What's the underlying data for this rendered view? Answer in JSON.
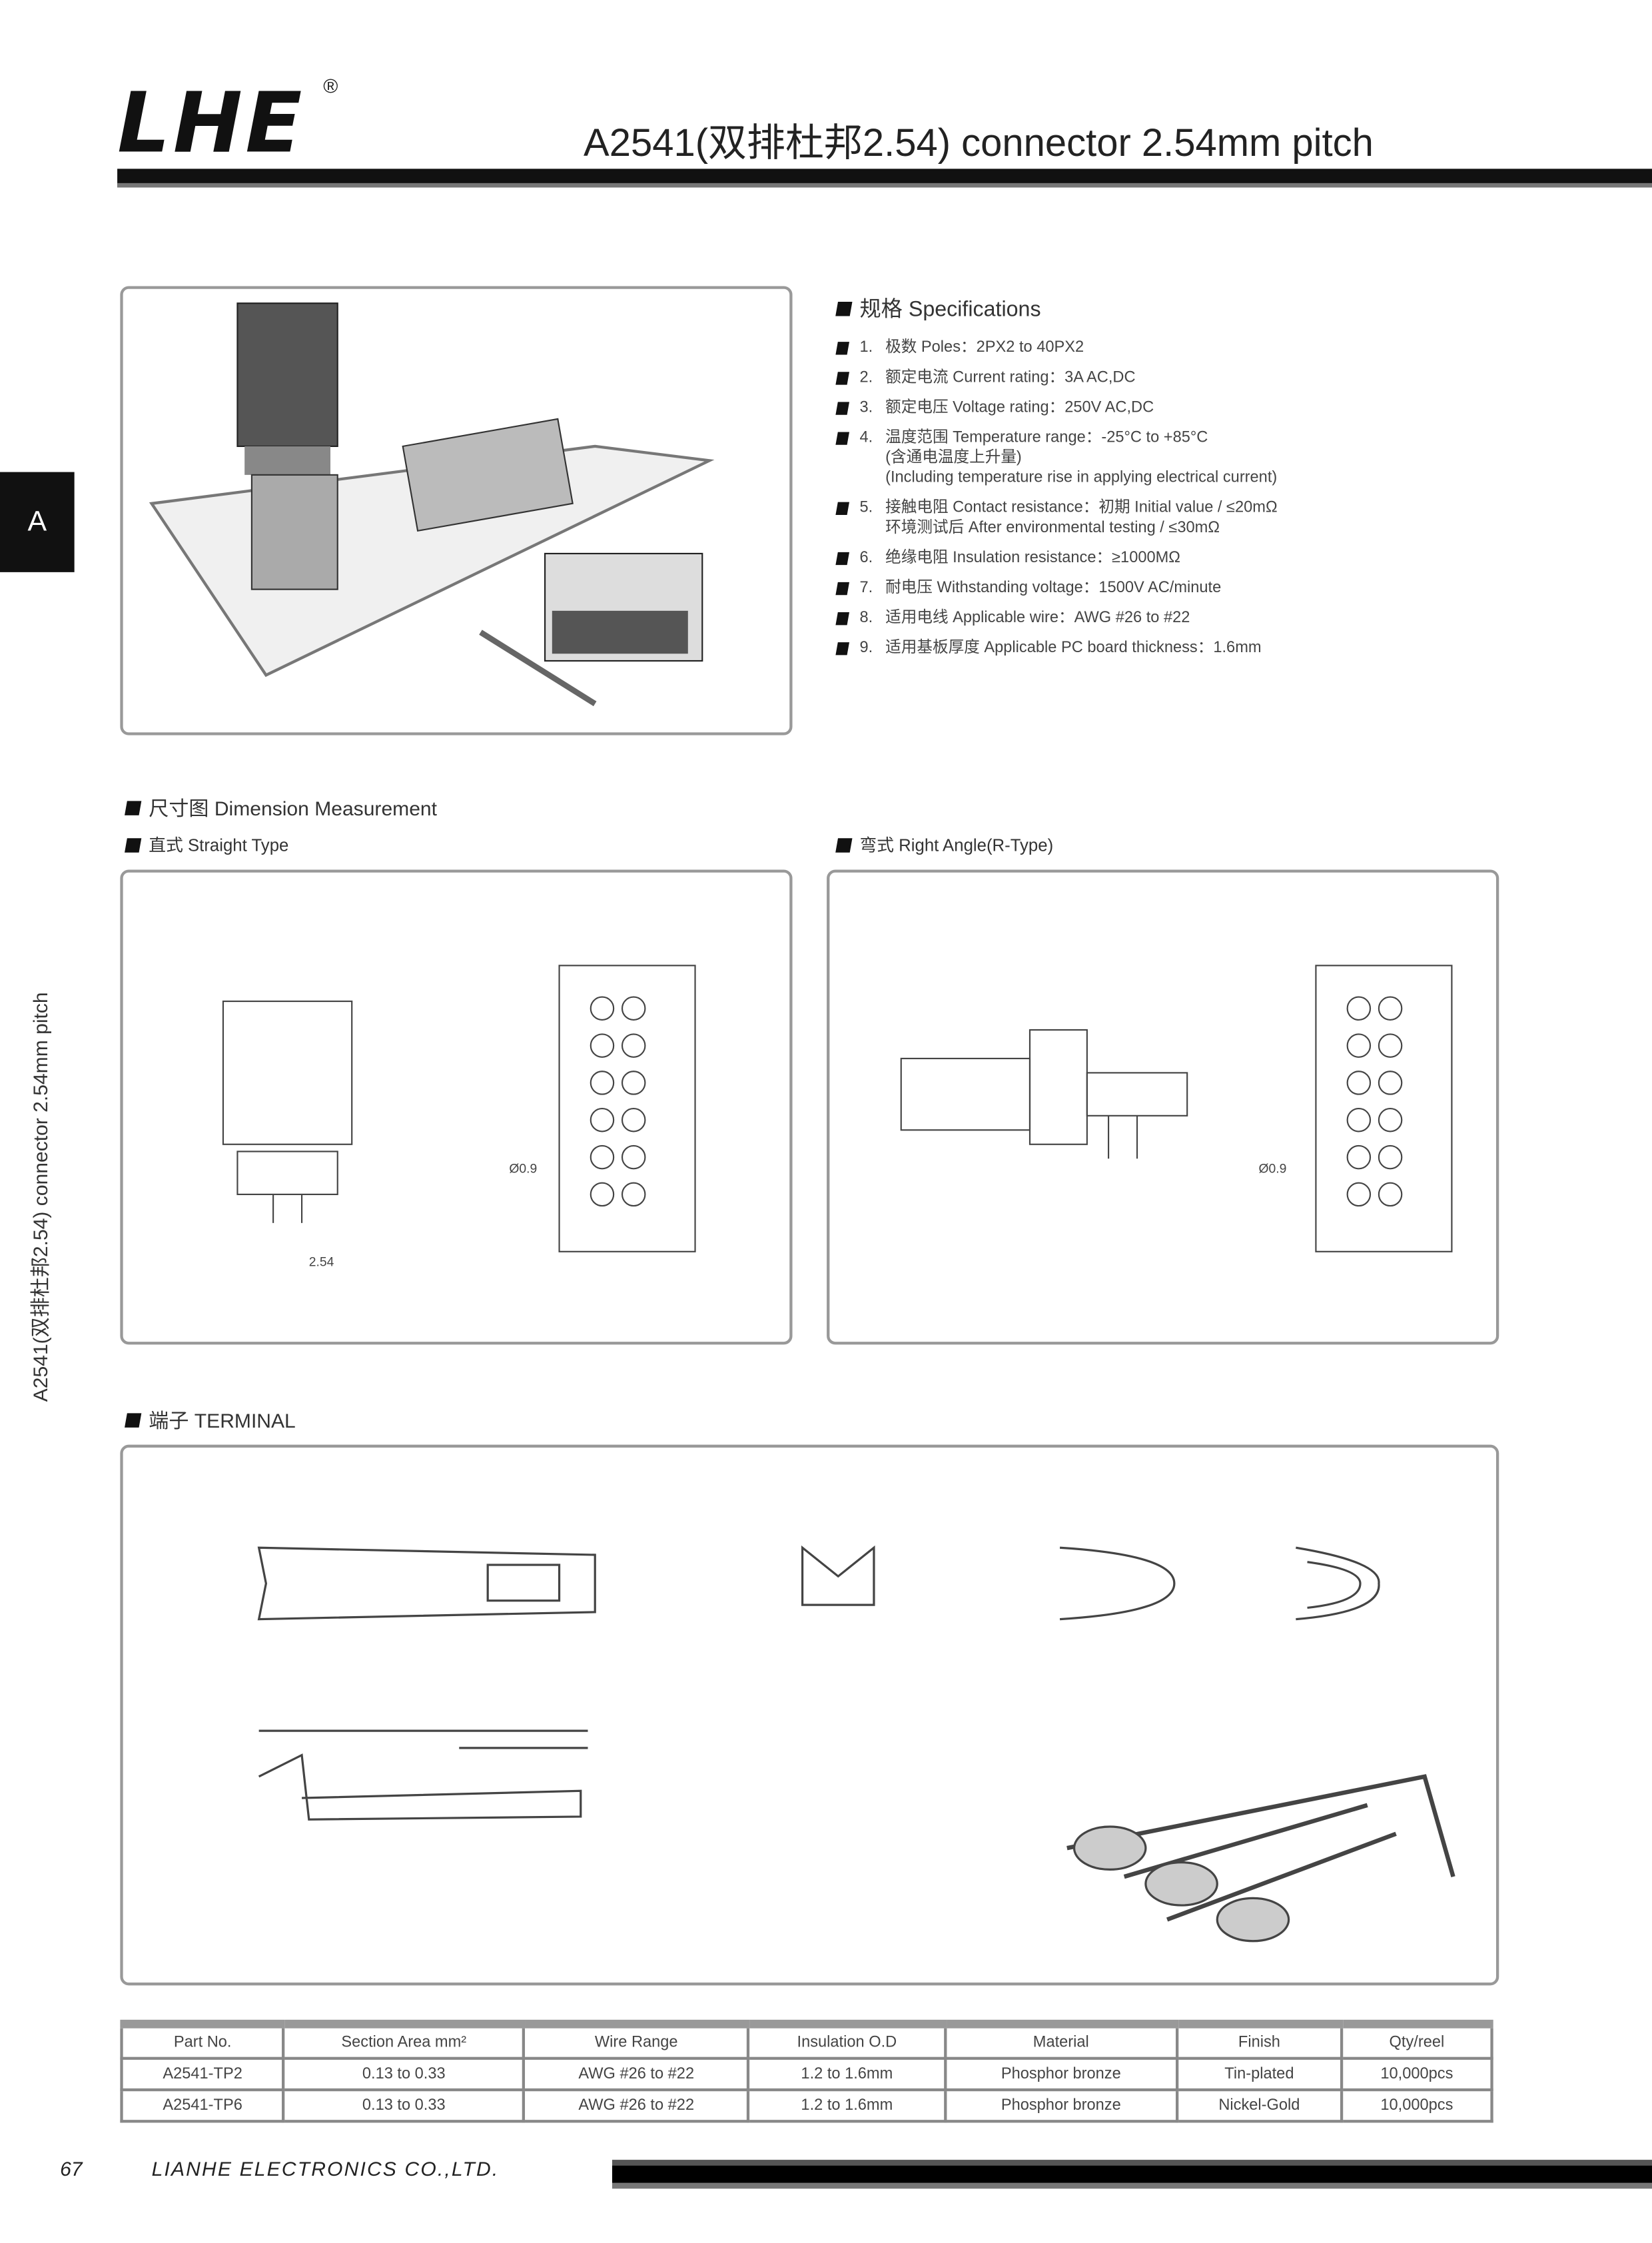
{
  "header": {
    "logo": "LHE",
    "registered": "®",
    "title": "A2541(双排杜邦2.54) connector 2.54mm pitch"
  },
  "side": {
    "tab_letter": "A",
    "vertical_text": "A2541(双排杜邦2.54) connector 2.54mm pitch"
  },
  "specifications": {
    "heading": "规格 Specifications",
    "items": [
      {
        "num": "1.",
        "text": "极数 Poles：2PX2 to 40PX2"
      },
      {
        "num": "2.",
        "text": "额定电流 Current rating：3A AC,DC"
      },
      {
        "num": "3.",
        "text": "额定电压 Voltage rating：250V AC,DC"
      },
      {
        "num": "4.",
        "text": "温度范围 Temperature range：-25°C to +85°C",
        "sub1": "(含通电温度上升量)",
        "sub2": "(Including temperature rise in applying electrical current)"
      },
      {
        "num": "5.",
        "text": "接触电阻 Contact resistance：初期 Initial value / ≤20mΩ",
        "sub1": "环境测试后 After environmental testing / ≤30mΩ"
      },
      {
        "num": "6.",
        "text": "绝缘电阻 Insulation resistance：≥1000MΩ"
      },
      {
        "num": "7.",
        "text": "耐电压 Withstanding voltage：1500V AC/minute"
      },
      {
        "num": "8.",
        "text": "适用电线 Applicable wire：AWG #26 to #22"
      },
      {
        "num": "9.",
        "text": "适用基板厚度 Applicable PC board thickness：1.6mm"
      }
    ]
  },
  "sections": {
    "dimension": "尺寸图 Dimension Measurement",
    "straight": "直式 Straight Type",
    "right_angle": "弯式 Right Angle(R-Type)",
    "terminal": "端子 TERMINAL"
  },
  "drawing_labels": {
    "pitch": "2.54",
    "dia": "Ø0.9"
  },
  "table": {
    "headers": [
      "Part No.",
      "Section Area mm²",
      "Wire Range",
      "Insulation O.D",
      "Material",
      "Finish",
      "Qty/reel"
    ],
    "rows": [
      [
        "A2541-TP2",
        "0.13 to 0.33",
        "AWG #26 to #22",
        "1.2 to 1.6mm",
        "Phosphor bronze",
        "Tin-plated",
        "10,000pcs"
      ],
      [
        "A2541-TP6",
        "0.13 to 0.33",
        "AWG #26 to #22",
        "1.2 to 1.6mm",
        "Phosphor bronze",
        "Nickel-Gold",
        "10,000pcs"
      ]
    ]
  },
  "footer": {
    "page": "67",
    "company": "LIANHE ELECTRONICS CO.,LTD."
  }
}
